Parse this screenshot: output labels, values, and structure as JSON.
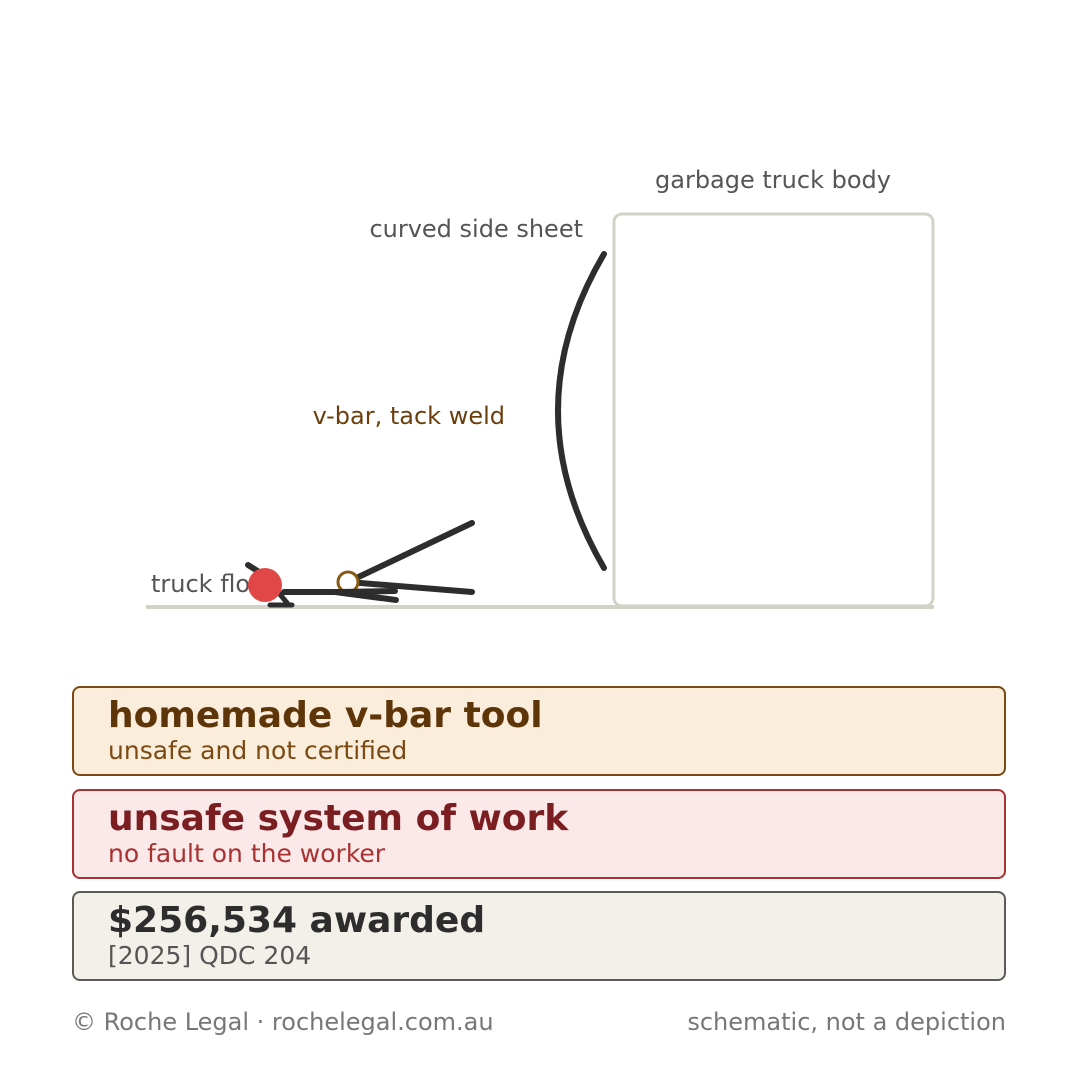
{
  "diagram": {
    "labels": {
      "truck_body": "garbage truck body",
      "side_sheet": "curved side sheet",
      "vbar": "v-bar, tack weld",
      "truck_floor": "truck floor"
    },
    "colors": {
      "outline_gray": "#d2d2c6",
      "line_dark": "#2d2d2d",
      "label_gray": "#555555",
      "vbar_brown": "#6b3f0c",
      "worker_red": "#e04848"
    }
  },
  "cards": {
    "tool": {
      "title": "homemade v-bar tool",
      "subtitle": "unsafe and not certified",
      "colors": {
        "background": "#fbeddb",
        "border": "#7a4a12",
        "title": "#5e3508"
      }
    },
    "system": {
      "title": "unsafe system of work",
      "subtitle": "no fault on the worker",
      "colors": {
        "background": "#fbe8e8",
        "border": "#a83232",
        "title": "#7a1e22"
      }
    },
    "award": {
      "title": "$256,534 awarded",
      "subtitle": "[2025] QDC 204",
      "colors": {
        "background": "#f3f0ea",
        "border": "#5a5a56",
        "title": "#2d2d2d"
      }
    }
  },
  "footer": {
    "left": "© Roche Legal · rochelegal.com.au",
    "right": "schematic, not a depiction"
  }
}
